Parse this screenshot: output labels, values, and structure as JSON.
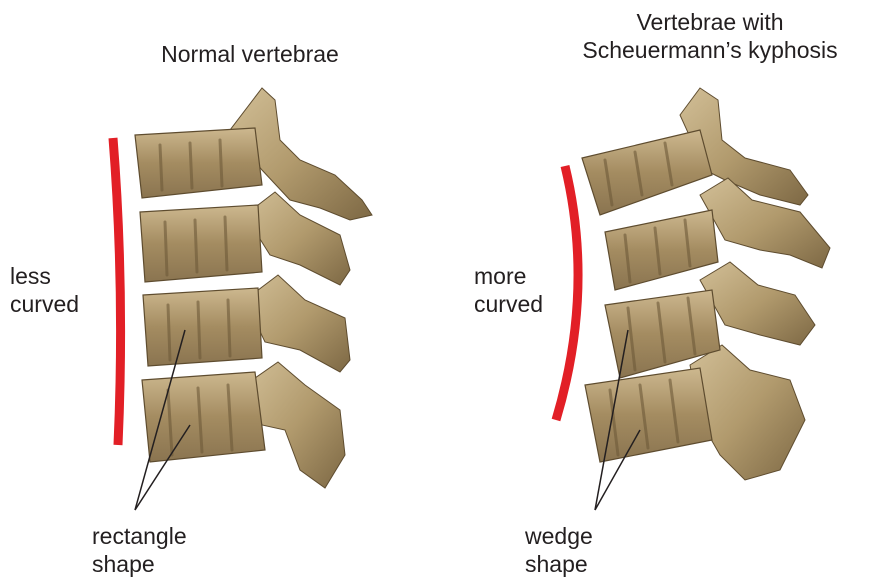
{
  "panels": {
    "normal": {
      "title": "Normal vertebrae",
      "curve_label": "less\ncurved",
      "shape_label": "rectangle\nshape"
    },
    "kyphosis": {
      "title": "Vertebrae with\nScheuermann’s kyphosis",
      "curve_label": "more\ncurved",
      "shape_label": "wedge\nshape"
    }
  },
  "colors": {
    "curve_line": "#e21f26",
    "bone_light": "#c9b48c",
    "bone_mid": "#a58e63",
    "bone_dark": "#6e5a39",
    "text": "#231f20"
  }
}
